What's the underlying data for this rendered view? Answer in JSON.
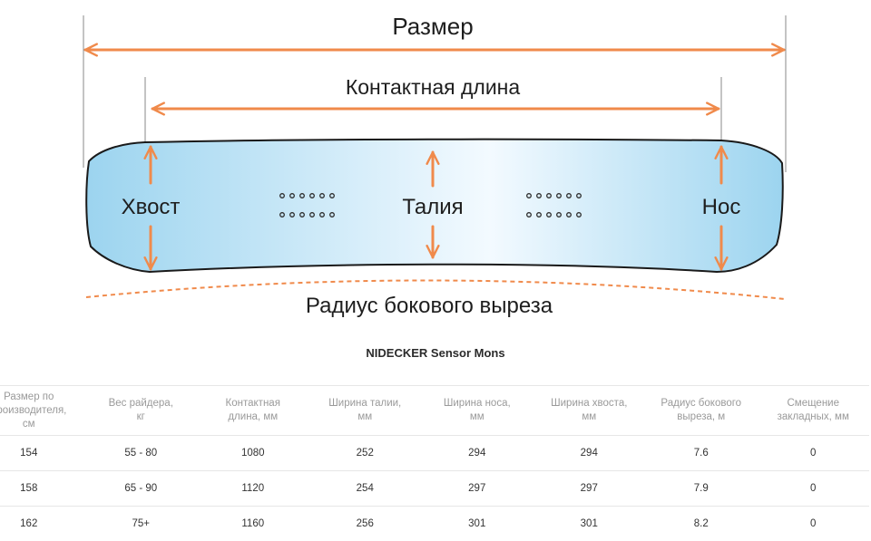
{
  "diagram": {
    "labels": {
      "size": "Размер",
      "contact_length": "Контактная длина",
      "tail": "Хвост",
      "waist": "Талия",
      "nose": "Нос",
      "sidecut_radius": "Радиус бокового выреза"
    },
    "colors": {
      "arrow": "#f08a4b",
      "board_outline": "#1a1a1a",
      "board_fill_light": "#eaf6fd",
      "board_fill_dark": "#9cd4ef",
      "guide_line": "#8a8a8a"
    }
  },
  "table": {
    "title": "NIDECKER Sensor Mons",
    "headers": [
      "Размер по производителя,\nсм",
      "Вес райдера,\nкг",
      "Контактная\nдлина, мм",
      "Ширина талии,\nмм",
      "Ширина носа,\nмм",
      "Ширина хвоста,\nмм",
      "Радиус бокового\nвыреза, м",
      "Смещение\nзакладных, мм"
    ],
    "rows": [
      [
        "154",
        "55 - 80",
        "1080",
        "252",
        "294",
        "294",
        "7.6",
        "0"
      ],
      [
        "158",
        "65 - 90",
        "1120",
        "254",
        "297",
        "297",
        "7.9",
        "0"
      ],
      [
        "162",
        "75+",
        "1160",
        "256",
        "301",
        "301",
        "8.2",
        "0"
      ]
    ]
  }
}
